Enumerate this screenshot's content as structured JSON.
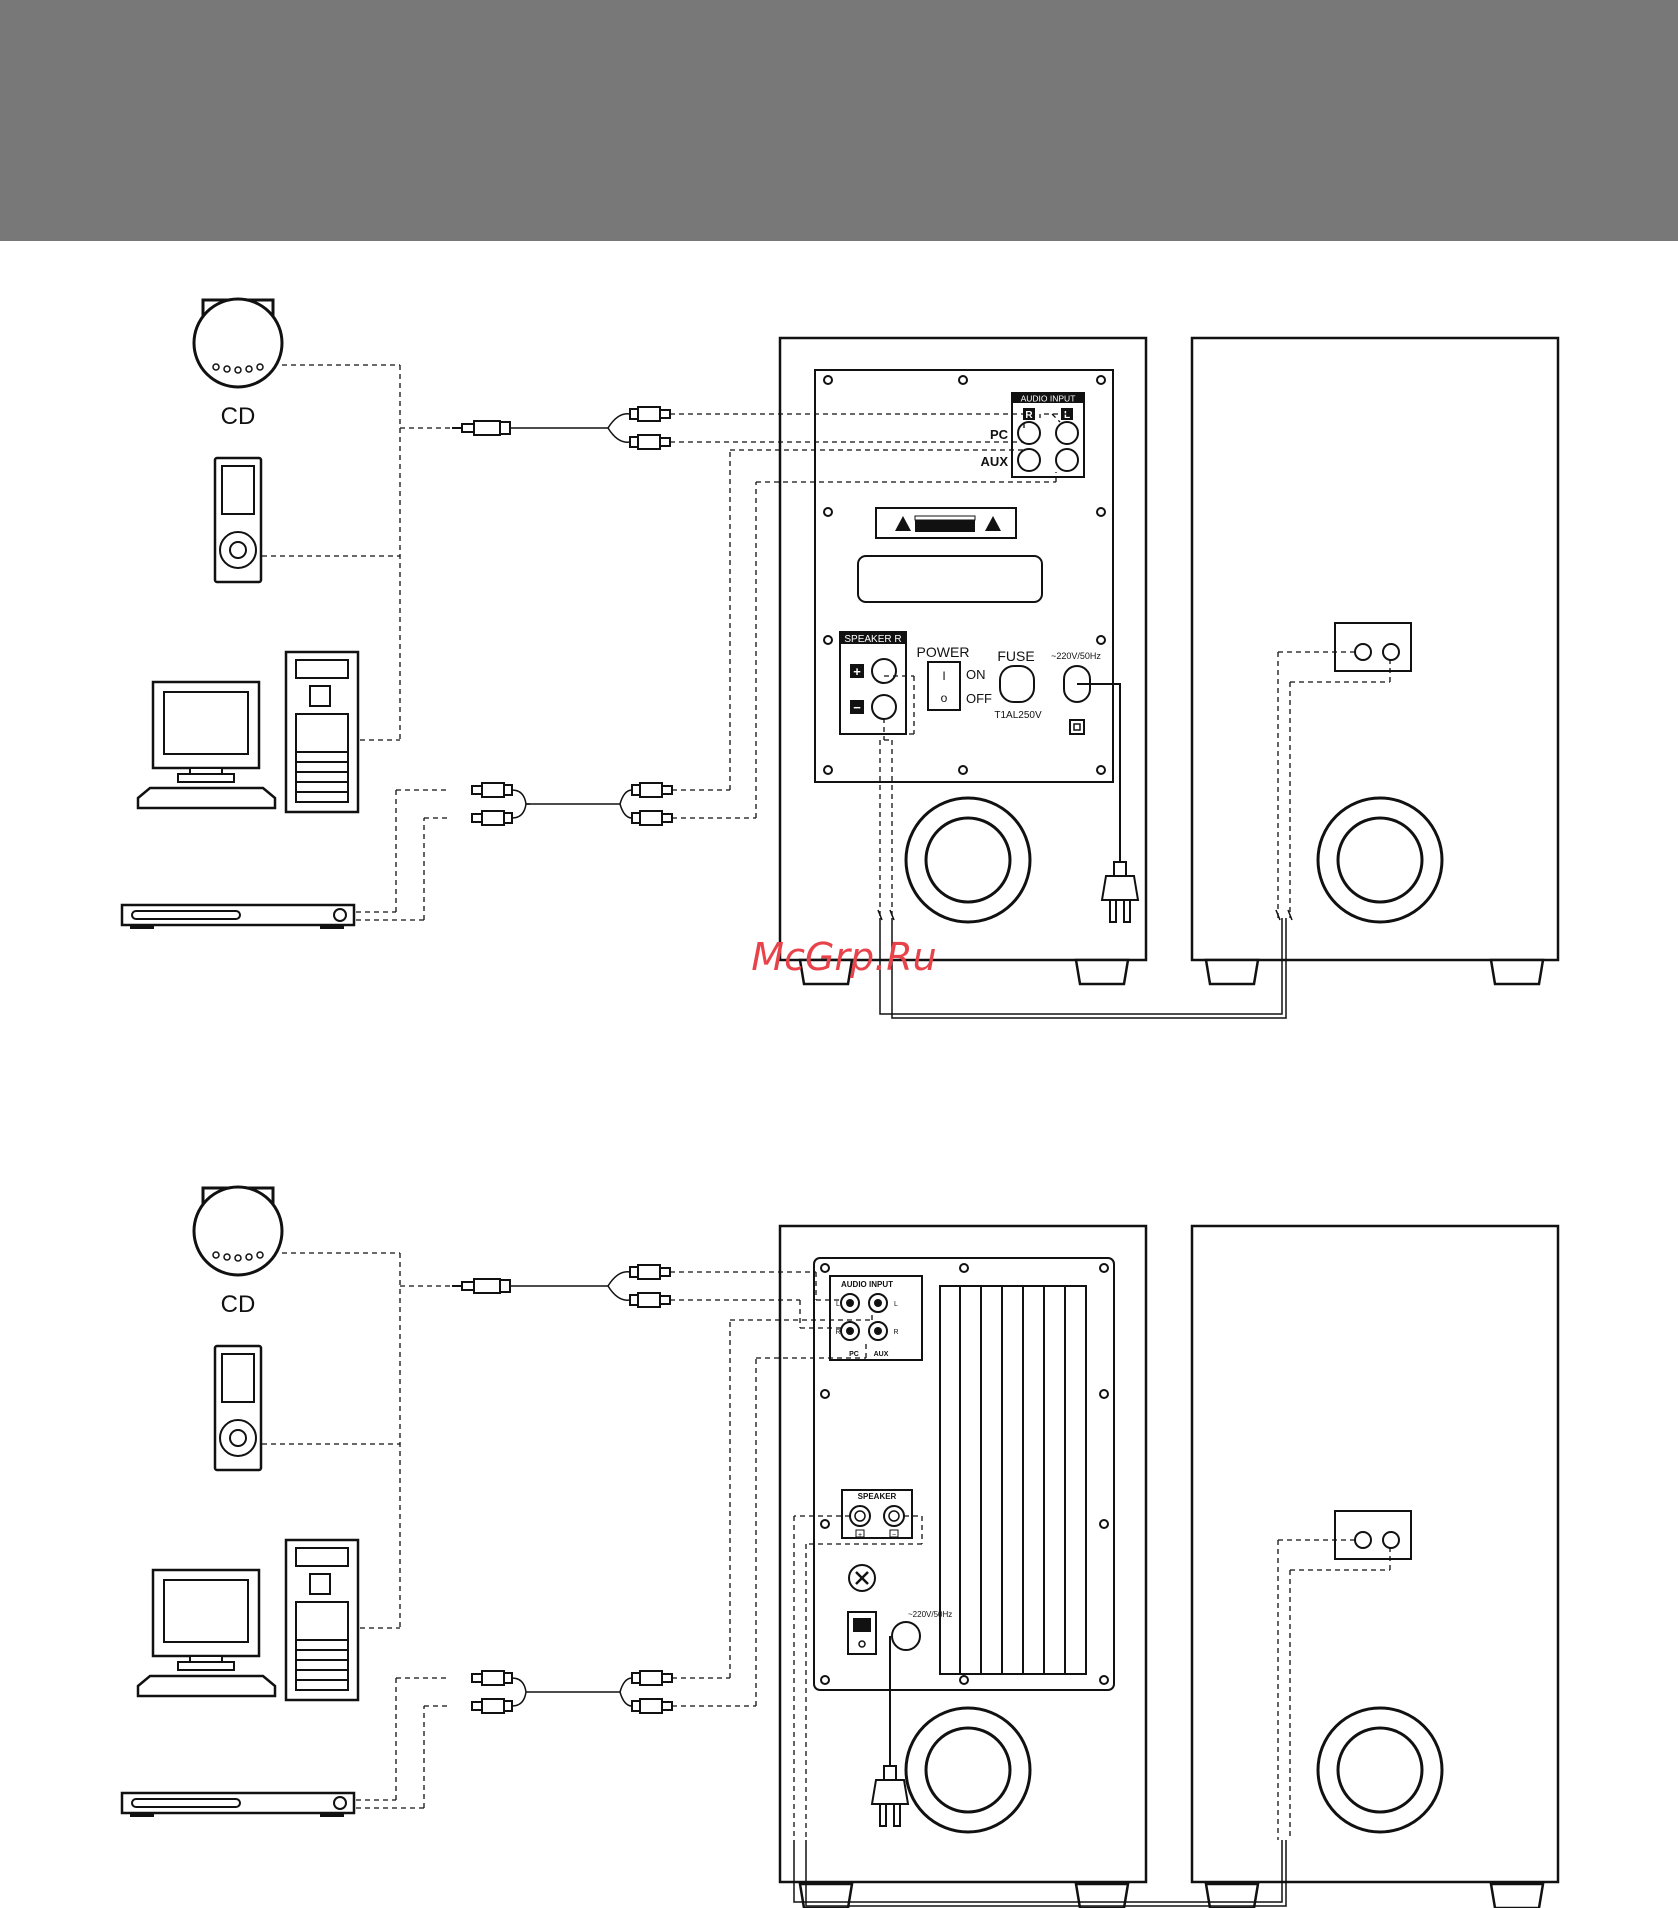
{
  "header": {
    "band_color": "#787878"
  },
  "watermark": {
    "text": "McGrp.Ru",
    "color": "#e8434b"
  },
  "top_diagram": {
    "source_labels": {
      "cd": "CD"
    },
    "panel": {
      "audio_input": "AUDIO INPUT",
      "channel_r": "R",
      "channel_l": "L",
      "input_pc": "PC",
      "input_aux": "AUX",
      "speaker_r": "SPEAKER R",
      "plus": "+",
      "minus": "−",
      "power": "POWER",
      "switch_on_mark": "I",
      "switch_off_mark": "o",
      "on": "ON",
      "off": "OFF",
      "fuse": "FUSE",
      "fuse_rating": "T1AL250V",
      "mains": "~220V/50Hz"
    }
  },
  "bottom_diagram": {
    "source_labels": {
      "cd": "CD"
    },
    "panel": {
      "audio_input": "AUDIO INPUT",
      "l_left": "L",
      "l_right": "L",
      "r_left": "R",
      "r_right": "R",
      "input_pc": "PC",
      "input_aux": "AUX",
      "speaker": "SPEAKER",
      "plus": "+",
      "minus": "−",
      "mains": "~220V/50Hz"
    }
  }
}
